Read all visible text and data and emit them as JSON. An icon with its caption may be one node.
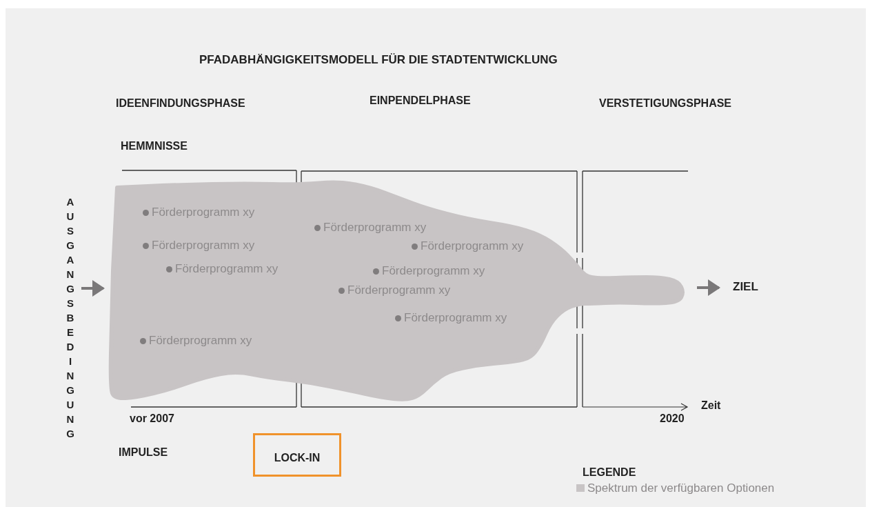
{
  "diagram": {
    "title": "PFADABHÄNGIGKEITSMODELL FÜR DIE STADTENTWICKLUNG",
    "nodes": [
      {
        "text": [
          "AUSGANGSBEDINGUNG"
        ]
      },
      {
        "text": [],
        "shape": "cloud"
      },
      {
        "text": [
          "ZIEL"
        ]
      },
      {
        "text": [
          "LOCK-IN"
        ]
      }
    ],
    "edges": [
      {
        "from": 0,
        "to": 1,
        "arrow": "to"
      },
      {
        "from": 1,
        "to": 2,
        "arrow": "to"
      }
    ],
    "labels": [
      "IDEENFINDUNGSPHASE",
      "EINPENDELPHASE",
      "VERSTETIGUNGSPHASE",
      "HEMMNISSE",
      "Förderprogramm xy",
      "Förderprogramm xy",
      "Förderprogramm xy",
      "Förderprogramm xy",
      "Förderprogramm xy",
      "Förderprogramm xy",
      "Förderprogramm xy",
      "Förderprogramm xy",
      "Förderprogramm xy",
      "Zeit",
      "vor 2007",
      "2020",
      "IMPULSE",
      "LEGENDE"
    ],
    "legend": [
      {
        "text": "Spektrum der verfügbaren Optionen",
        "color": "#c8c4c5"
      }
    ]
  }
}
